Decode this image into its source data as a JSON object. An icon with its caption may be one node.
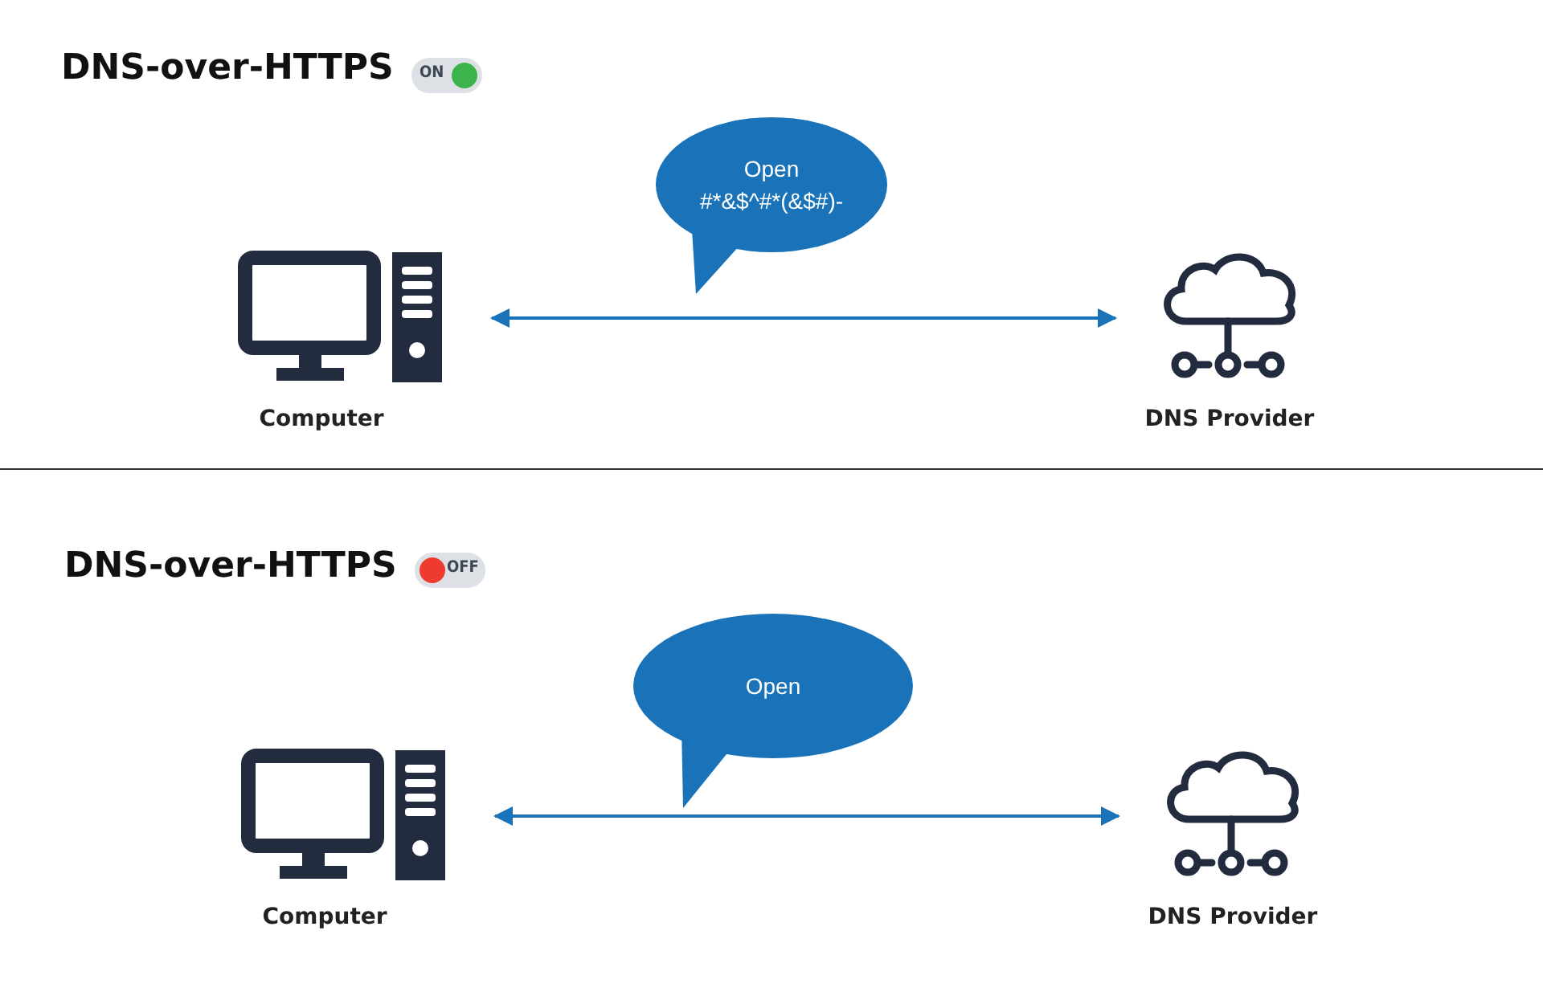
{
  "diagram": {
    "nodes": [
      {
        "text": [
          "ON"
        ]
      },
      {
        "text": [
          "Open",
          "#*&$^#*(&$#)-"
        ]
      },
      {
        "text": [
          "Computer"
        ]
      },
      {
        "text": [
          "DNS Provider"
        ]
      },
      {
        "text": [
          "OFF"
        ]
      },
      {
        "text": [
          "Open"
        ]
      },
      {
        "text": [
          "Computer"
        ]
      },
      {
        "text": [
          "DNS Provider"
        ]
      }
    ],
    "edges": [
      {
        "from": 2,
        "to": 3,
        "arrow": "both"
      },
      {
        "from": 6,
        "to": 7,
        "arrow": "both"
      }
    ],
    "labels": [
      "DNS-over-HTTPS",
      "DNS-over-HTTPS"
    ]
  }
}
